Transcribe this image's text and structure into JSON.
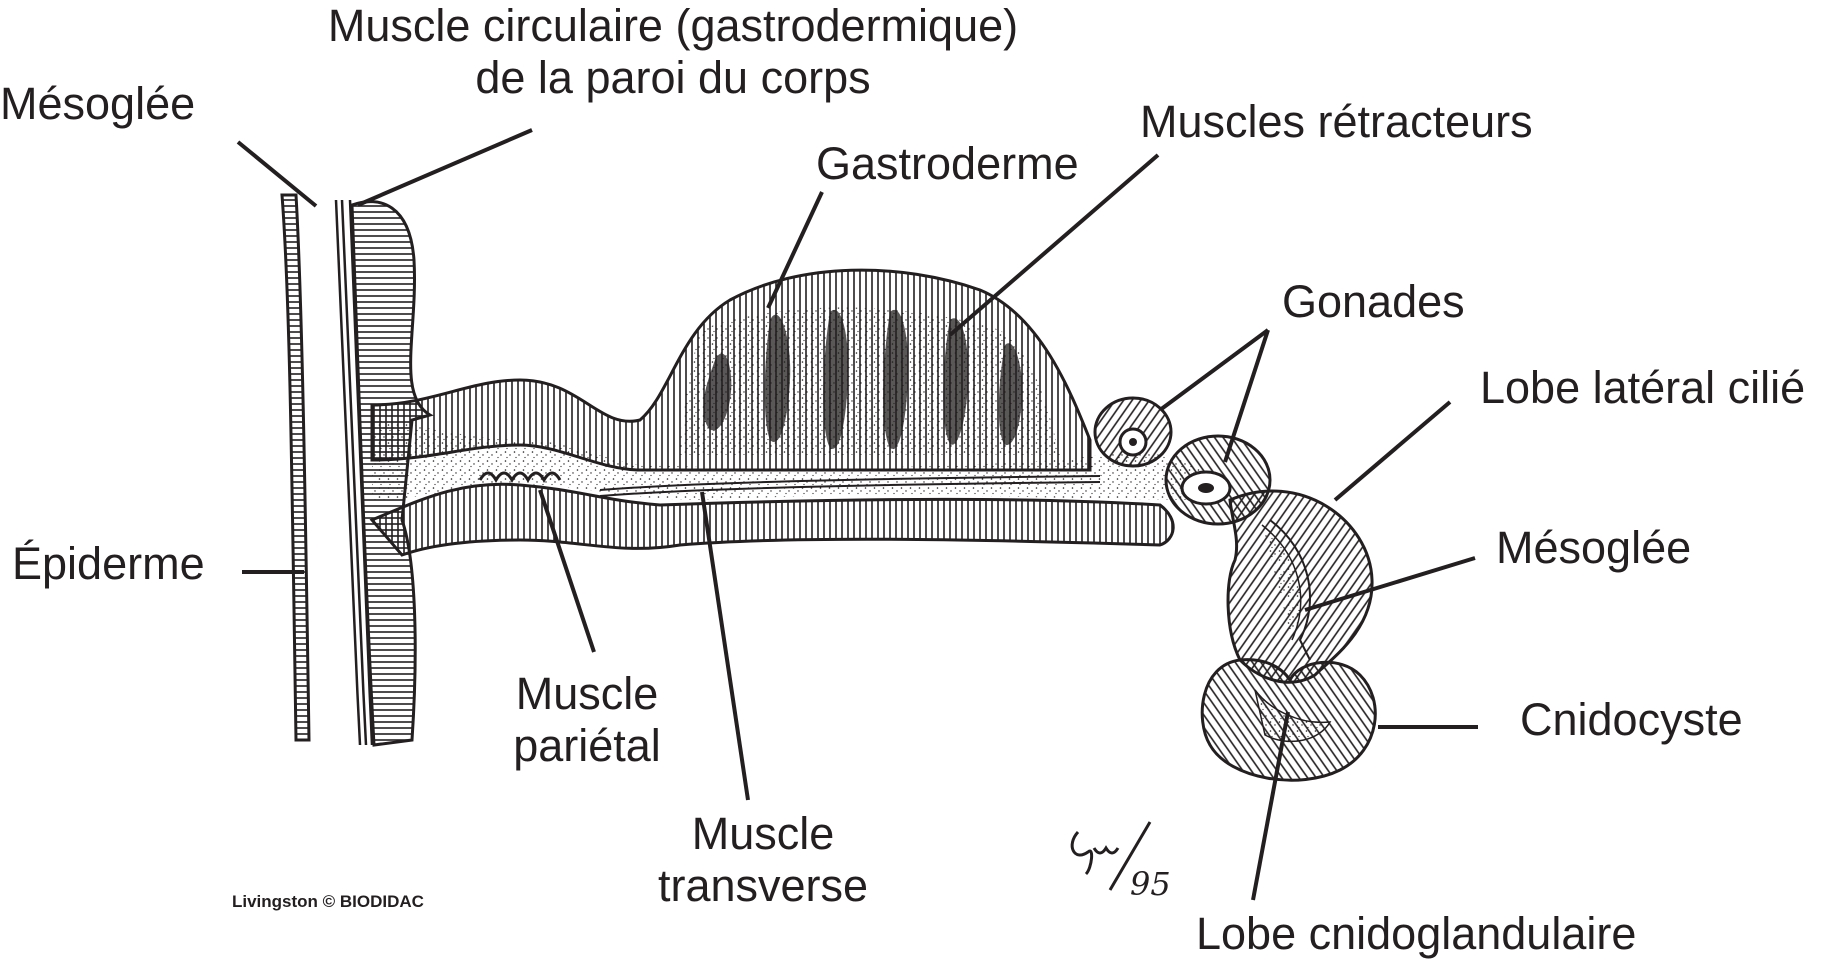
{
  "labels": {
    "mesoglee_top": "Mésoglée",
    "muscle_circulaire_line1": "Muscle circulaire (gastrodermique)",
    "muscle_circulaire_line2": "de la paroi du corps",
    "muscles_retracteurs": "Muscles  rétracteurs",
    "gastroderme": "Gastroderme",
    "gonades": "Gonades",
    "lobe_lateral_cilie": "Lobe latéral cilié",
    "epiderme": "Épiderme",
    "mesoglee_right": "Mésoglée",
    "cnidocyste": "Cnidocyste",
    "muscle_parietal_line1": "Muscle",
    "muscle_parietal_line2": "pariétal",
    "muscle_transverse_line1": "Muscle",
    "muscle_transverse_line2": "transverse",
    "lobe_cnidoglandulaire": "Lobe cnidoglandulaire"
  },
  "credit": "Livingston © BIODIDAC",
  "signature": "Gy/95",
  "colors": {
    "ink": "#231f20",
    "background": "#ffffff"
  }
}
